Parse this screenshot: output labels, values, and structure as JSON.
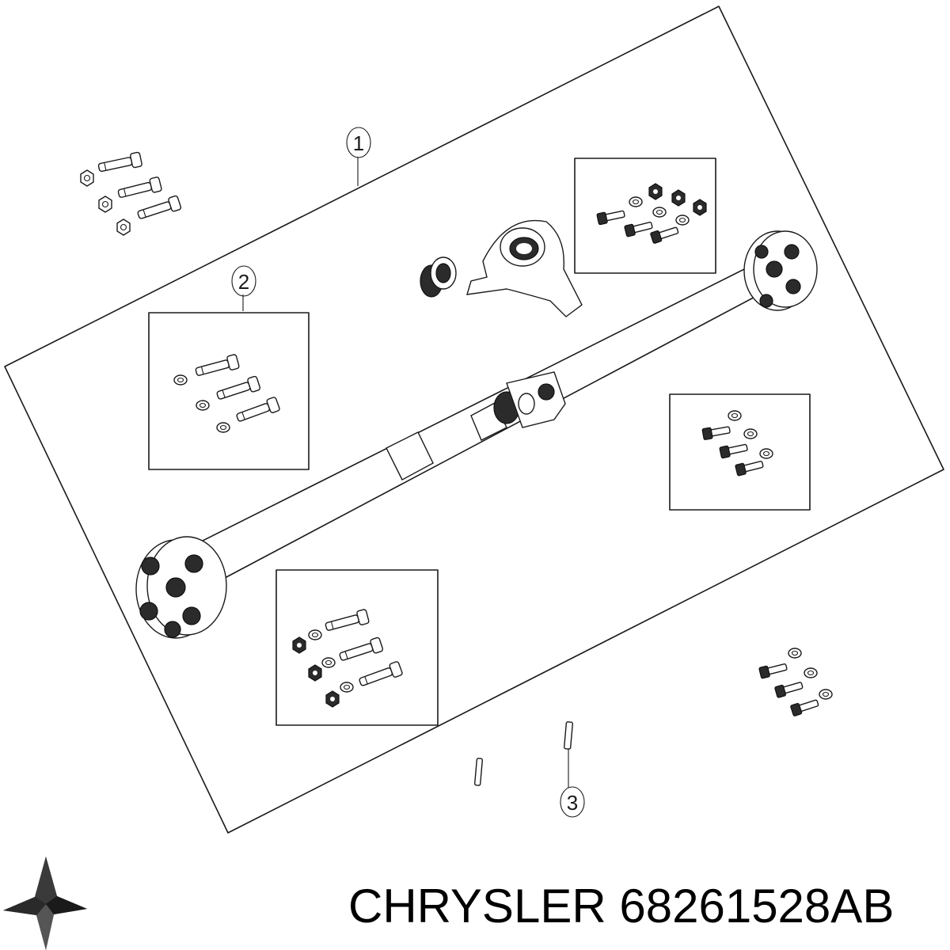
{
  "callouts": [
    {
      "number": "1"
    },
    {
      "number": "2"
    },
    {
      "number": "3"
    }
  ],
  "caption": {
    "brand": "CHRYSLER",
    "part_number": "68261528AB"
  },
  "icons": [
    "chrysler-pentastar-logo",
    "driveshaft",
    "flex-disc-coupling",
    "center-support-bearing",
    "bolt",
    "nut",
    "washer"
  ]
}
